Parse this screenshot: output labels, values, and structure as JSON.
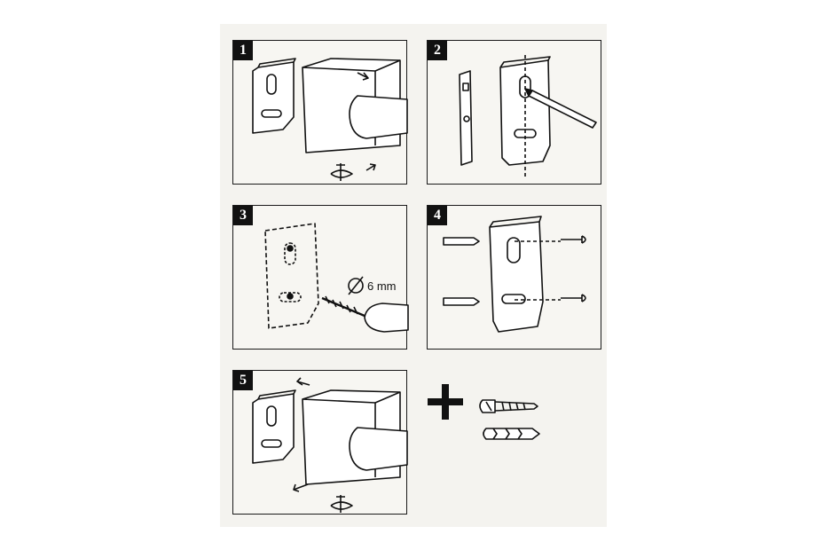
{
  "steps": [
    {
      "number": "1"
    },
    {
      "number": "2"
    },
    {
      "number": "3",
      "drill_label": "6 mm"
    },
    {
      "number": "4"
    },
    {
      "number": "5"
    }
  ],
  "colors": {
    "ink": "#111111",
    "paper": "#f4f3ef",
    "panel": "#f7f6f2"
  }
}
